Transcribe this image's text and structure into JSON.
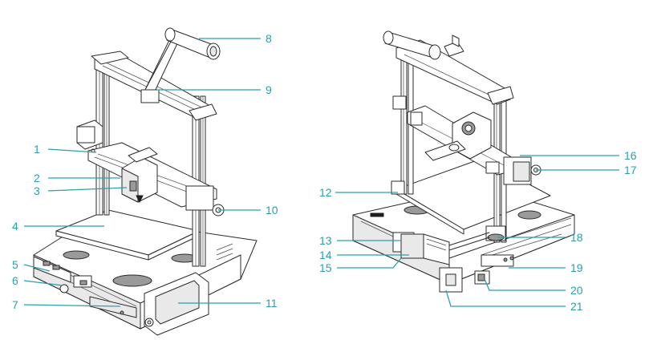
{
  "accent_color": "#2aa0ac",
  "left_printer": {
    "callouts": [
      "1",
      "2",
      "3",
      "4",
      "5",
      "6",
      "7",
      "8",
      "9",
      "10",
      "11"
    ]
  },
  "right_printer": {
    "callouts": [
      "12",
      "13",
      "14",
      "15",
      "16",
      "17",
      "18",
      "19",
      "20",
      "21"
    ]
  }
}
